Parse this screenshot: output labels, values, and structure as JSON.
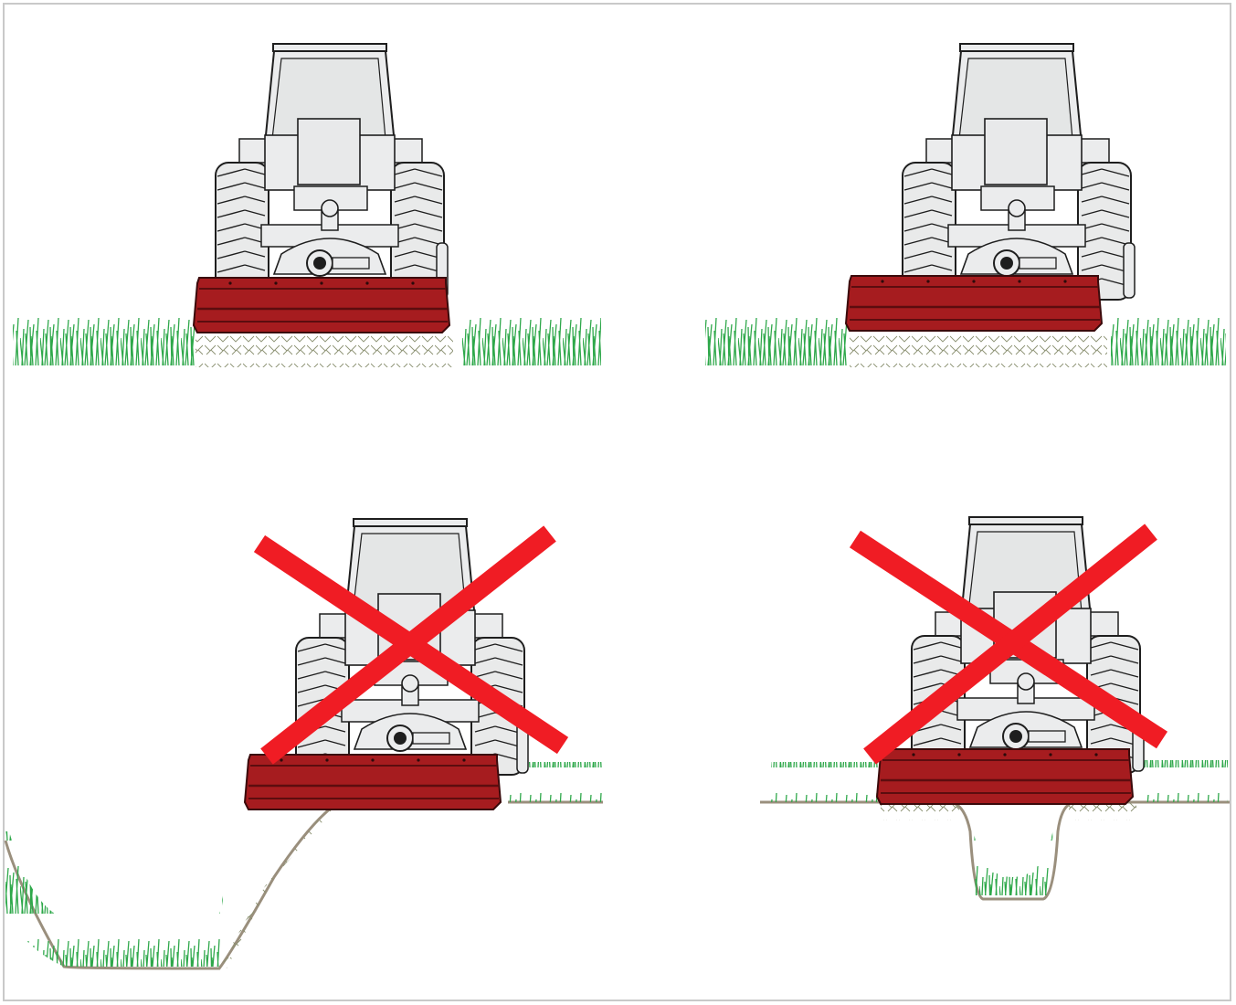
{
  "colors": {
    "tractor_body": "#ebeced",
    "outline": "#1e1e1e",
    "mower": "#a61c1f",
    "mower_dark": "#6e1012",
    "grass": "#2ea84a",
    "cut_grass": "#8a9070",
    "ground": "#9a8f7d",
    "forbidden": "#f01c24"
  },
  "panels": [
    {
      "scenario": "flat-ground",
      "allowed": true
    },
    {
      "scenario": "flat-ground-offset",
      "allowed": true
    },
    {
      "scenario": "embankment-slope",
      "allowed": false
    },
    {
      "scenario": "ditch",
      "allowed": false
    }
  ]
}
